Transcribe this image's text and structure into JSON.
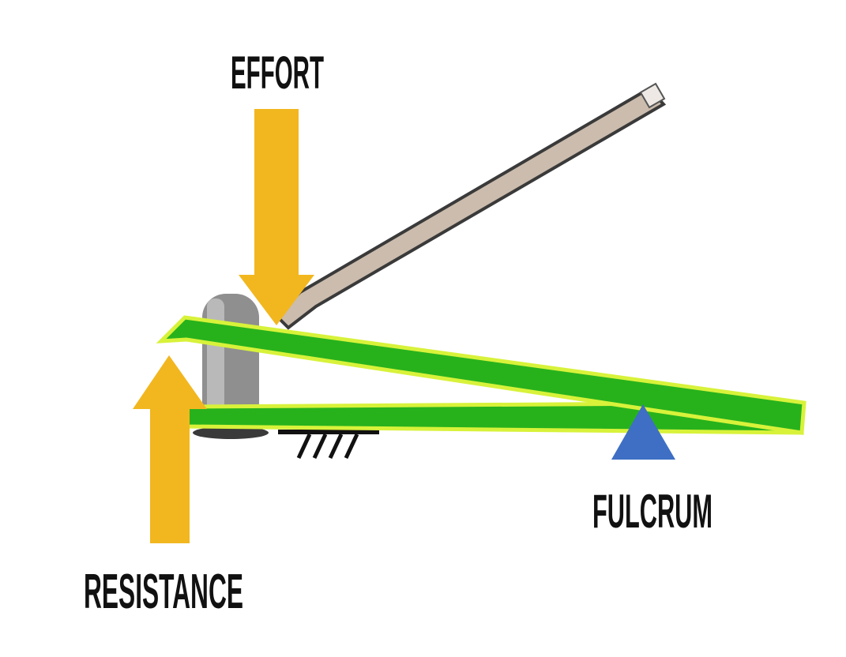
{
  "diagram": {
    "labels": {
      "effort": "EFFORT",
      "resistance": "RESISTANCE",
      "fulcrum": "FULCRUM"
    },
    "colors": {
      "arrow": "#F2B71F",
      "lever": "#27B21C",
      "lever_outline": "#D8F23A",
      "fulcrum": "#3E6FC4",
      "handle": "#C8B7A6",
      "pivot_body": "#8E8E8E"
    },
    "icons": {
      "effort_arrow": "arrow-down",
      "resistance_arrow": "arrow-up",
      "fulcrum_marker": "triangle",
      "ground": "hatched-ground"
    }
  }
}
